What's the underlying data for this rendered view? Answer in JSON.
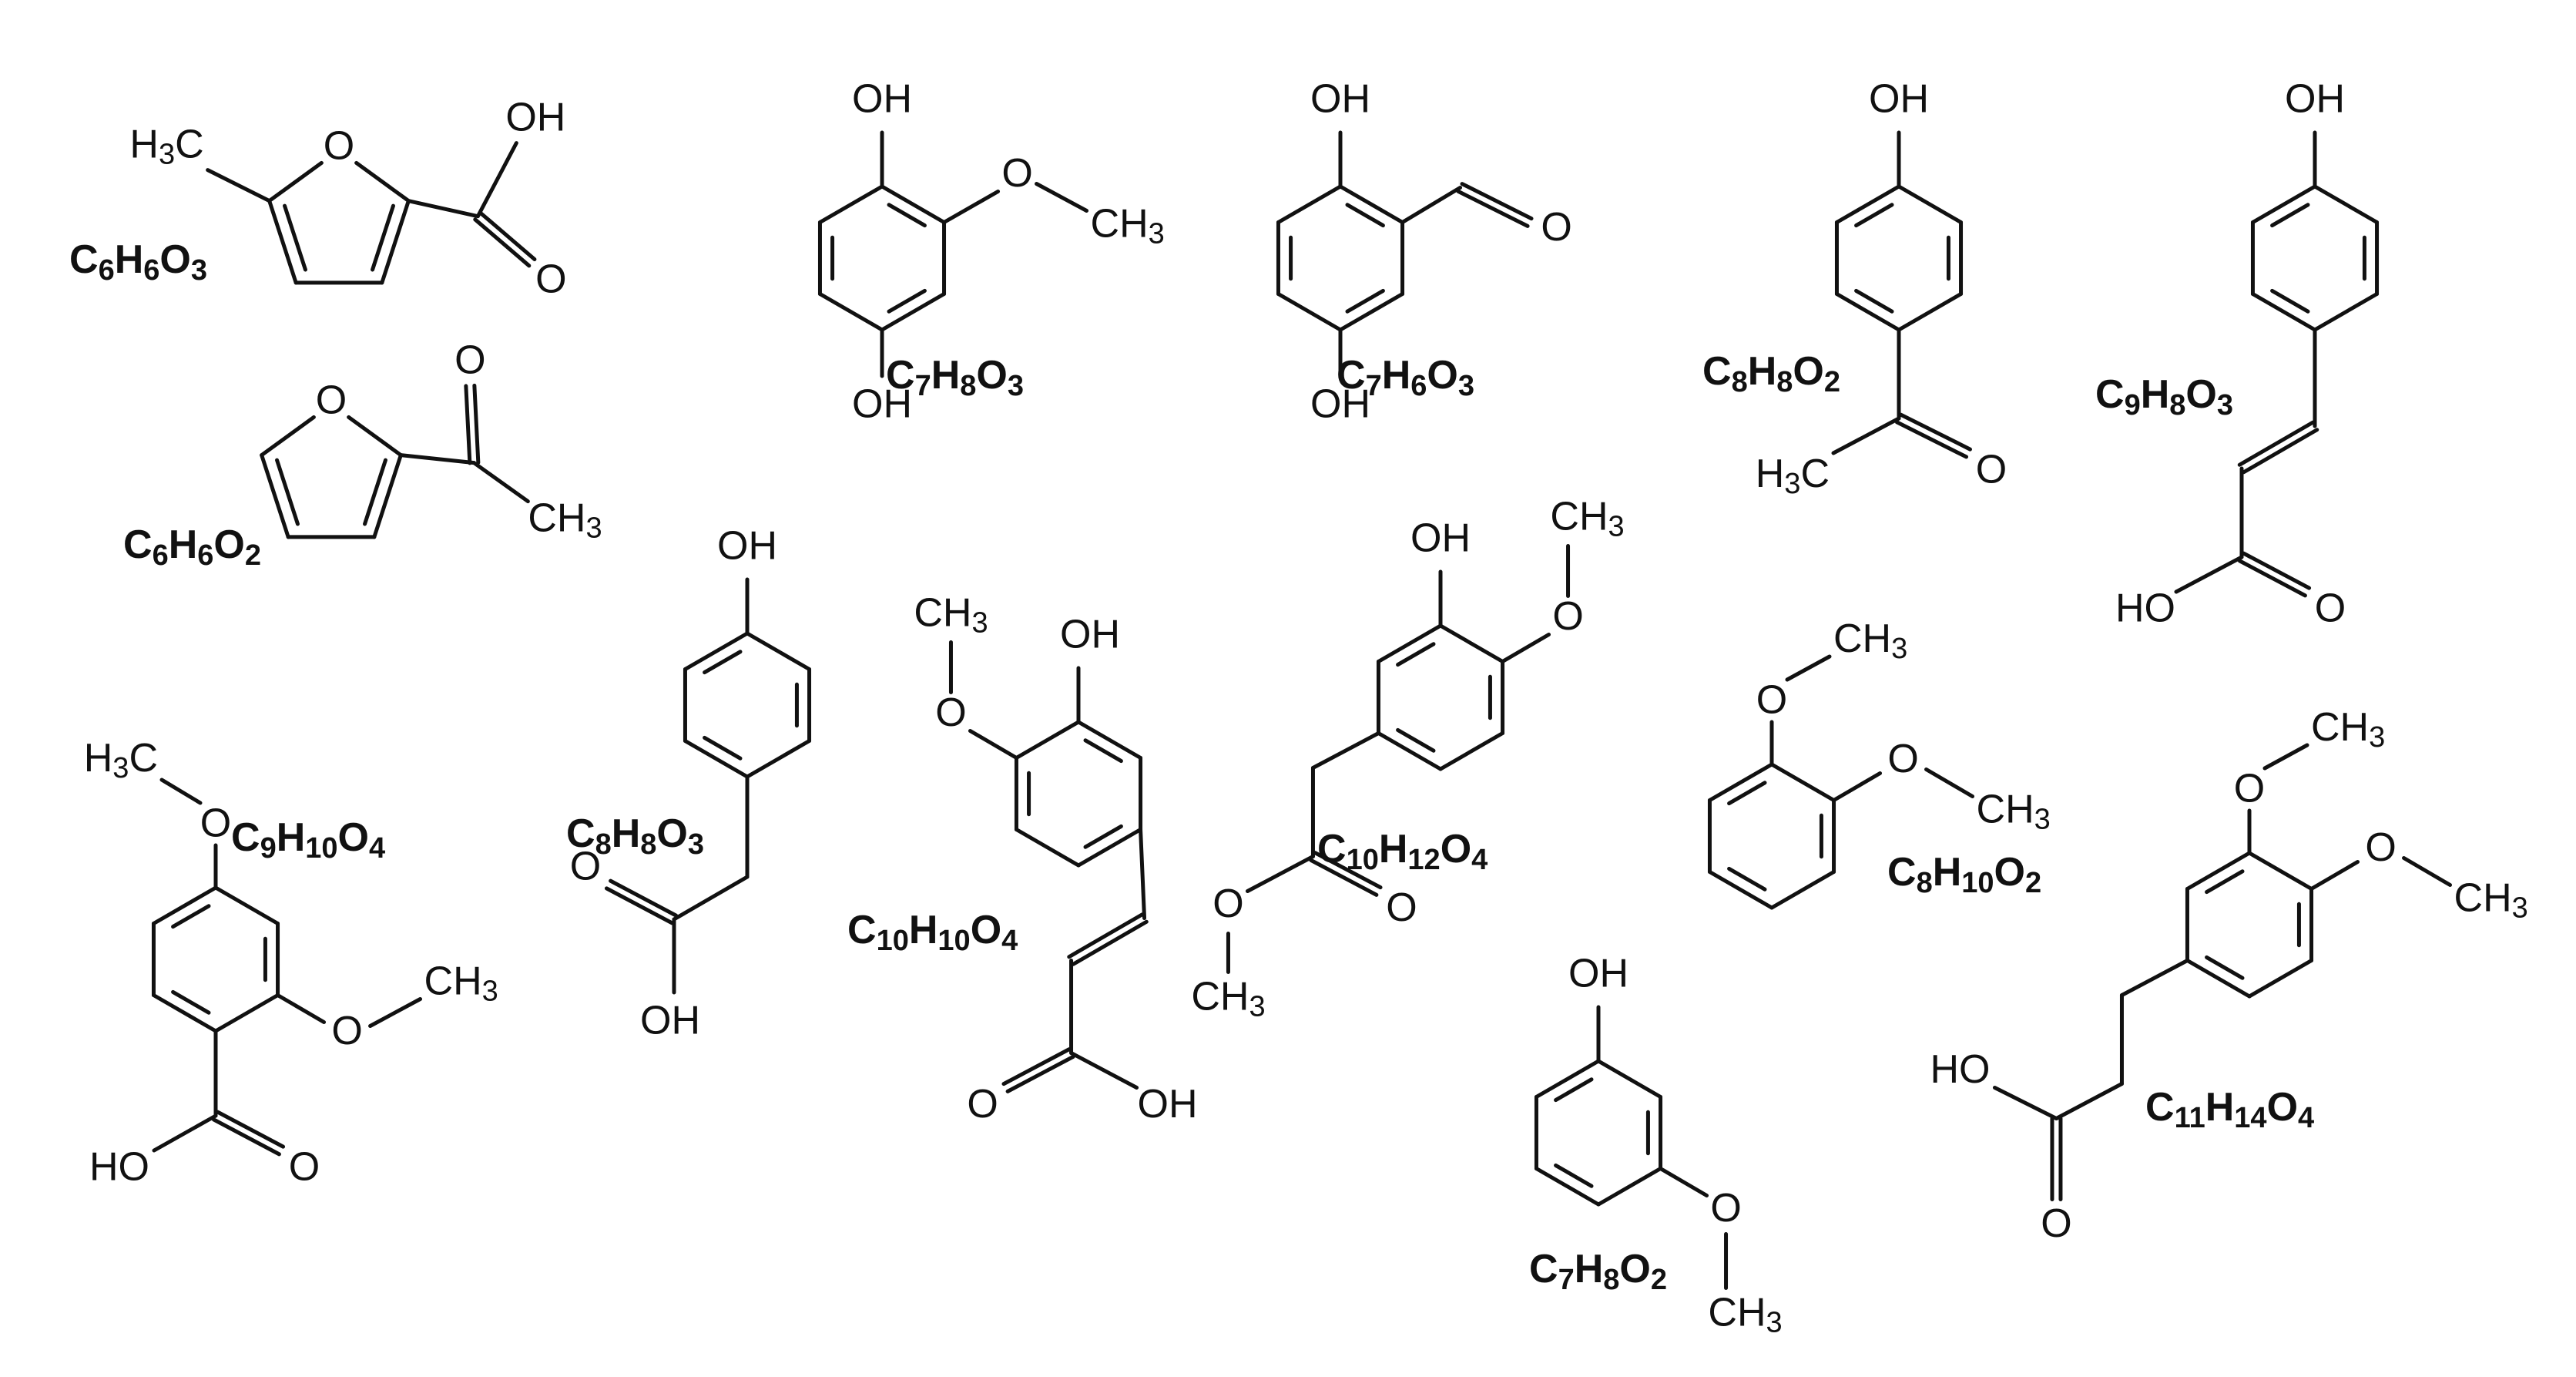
{
  "molecules": [
    {
      "formula": [
        [
          "C",
          ""
        ],
        [
          "6",
          "sub"
        ],
        [
          "H",
          ""
        ],
        [
          "6",
          "sub"
        ],
        [
          "O",
          ""
        ],
        [
          "3",
          "sub"
        ]
      ],
      "atoms": [
        "OH",
        "O",
        "H3C",
        "O"
      ]
    },
    {
      "formula": [
        [
          "C",
          ""
        ],
        [
          "6",
          "sub"
        ],
        [
          "H",
          ""
        ],
        [
          "6",
          "sub"
        ],
        [
          "O",
          ""
        ],
        [
          "2",
          "sub"
        ]
      ],
      "atoms": [
        "O",
        "O",
        "CH3"
      ]
    },
    {
      "formula": [
        [
          "C",
          ""
        ],
        [
          "7",
          "sub"
        ],
        [
          "H",
          ""
        ],
        [
          "8",
          "sub"
        ],
        [
          "O",
          ""
        ],
        [
          "3",
          "sub"
        ]
      ],
      "atoms": [
        "OH",
        "O",
        "CH3",
        "OH"
      ]
    },
    {
      "formula": [
        [
          "C",
          ""
        ],
        [
          "7",
          "sub"
        ],
        [
          "H",
          ""
        ],
        [
          "6",
          "sub"
        ],
        [
          "O",
          ""
        ],
        [
          "3",
          "sub"
        ]
      ],
      "atoms": [
        "OH",
        "O",
        "OH"
      ]
    },
    {
      "formula": [
        [
          "C",
          ""
        ],
        [
          "8",
          "sub"
        ],
        [
          "H",
          ""
        ],
        [
          "8",
          "sub"
        ],
        [
          "O",
          ""
        ],
        [
          "2",
          "sub"
        ]
      ],
      "atoms": [
        "OH",
        "H3C",
        "O"
      ]
    },
    {
      "formula": [
        [
          "C",
          ""
        ],
        [
          "9",
          "sub"
        ],
        [
          "H",
          ""
        ],
        [
          "8",
          "sub"
        ],
        [
          "O",
          ""
        ],
        [
          "3",
          "sub"
        ]
      ],
      "atoms": [
        "OH",
        "HO",
        "O"
      ]
    },
    {
      "formula": [
        [
          "C",
          ""
        ],
        [
          "9",
          "sub"
        ],
        [
          "H",
          ""
        ],
        [
          "10",
          "sub"
        ],
        [
          "O",
          ""
        ],
        [
          "4",
          "sub"
        ]
      ],
      "atoms": [
        "H3C",
        "O",
        "O",
        "CH3",
        "HO",
        "O"
      ]
    },
    {
      "formula": [
        [
          "C",
          ""
        ],
        [
          "8",
          "sub"
        ],
        [
          "H",
          ""
        ],
        [
          "8",
          "sub"
        ],
        [
          "O",
          ""
        ],
        [
          "3",
          "sub"
        ]
      ],
      "atoms": [
        "OH",
        "O",
        "OH"
      ]
    },
    {
      "formula": [
        [
          "C",
          ""
        ],
        [
          "10",
          "sub"
        ],
        [
          "H",
          ""
        ],
        [
          "10",
          "sub"
        ],
        [
          "O",
          ""
        ],
        [
          "4",
          "sub"
        ]
      ],
      "atoms": [
        "CH3",
        "O",
        "OH",
        "O",
        "OH"
      ]
    },
    {
      "formula": [
        [
          "C",
          ""
        ],
        [
          "10",
          "sub"
        ],
        [
          "H",
          ""
        ],
        [
          "12",
          "sub"
        ],
        [
          "O",
          ""
        ],
        [
          "4",
          "sub"
        ]
      ],
      "atoms": [
        "OH",
        "CH3",
        "O",
        "O",
        "O",
        "CH3"
      ]
    },
    {
      "formula": [
        [
          "C",
          ""
        ],
        [
          "8",
          "sub"
        ],
        [
          "H",
          ""
        ],
        [
          "10",
          "sub"
        ],
        [
          "O",
          ""
        ],
        [
          "2",
          "sub"
        ]
      ],
      "atoms": [
        "CH3",
        "O",
        "O",
        "CH3"
      ]
    },
    {
      "formula": [
        [
          "C",
          ""
        ],
        [
          "7",
          "sub"
        ],
        [
          "H",
          ""
        ],
        [
          "8",
          "sub"
        ],
        [
          "O",
          ""
        ],
        [
          "2",
          "sub"
        ]
      ],
      "atoms": [
        "OH",
        "O",
        "CH3"
      ]
    },
    {
      "formula": [
        [
          "C",
          ""
        ],
        [
          "11",
          "sub"
        ],
        [
          "H",
          ""
        ],
        [
          "14",
          "sub"
        ],
        [
          "O",
          ""
        ],
        [
          "4",
          "sub"
        ]
      ],
      "atoms": [
        "CH3",
        "O",
        "O",
        "CH3",
        "HO",
        "O"
      ]
    }
  ]
}
